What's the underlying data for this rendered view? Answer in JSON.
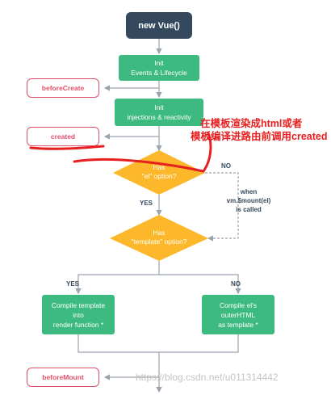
{
  "nodes": {
    "new_vue": "new Vue()",
    "init_events": "Init\nEvents & Lifecycle",
    "init_injections": "Init\ninjections & reactivity",
    "compile_template": "Compile template\ninto\nrender function *",
    "compile_el": "Compile el's\nouterHTML\nas template *"
  },
  "hooks": {
    "before_create": "beforeCreate",
    "created": "created",
    "before_mount": "beforeMount"
  },
  "decisions": {
    "has_el": "Has\n\"el\" option?",
    "has_template": "Has\n\"template\" option?"
  },
  "labels": {
    "yes_1": "YES",
    "no_1": "NO",
    "when_mount": "when\nvm.$mount(el)\nis called",
    "yes_2": "YES",
    "no_2": "NO"
  },
  "annotation": {
    "line1": "在模板渲染成html或者",
    "line2": "模板编译进路由前调用created"
  },
  "watermark": "https://blog.csdn.net/u011314442",
  "colors": {
    "dark_node": "#35495e",
    "green_node": "#3dba7f",
    "hook_border": "#e0506a",
    "decision": "#fdb72a",
    "annotation": "#e62020",
    "connector": "#9aa4ad"
  }
}
